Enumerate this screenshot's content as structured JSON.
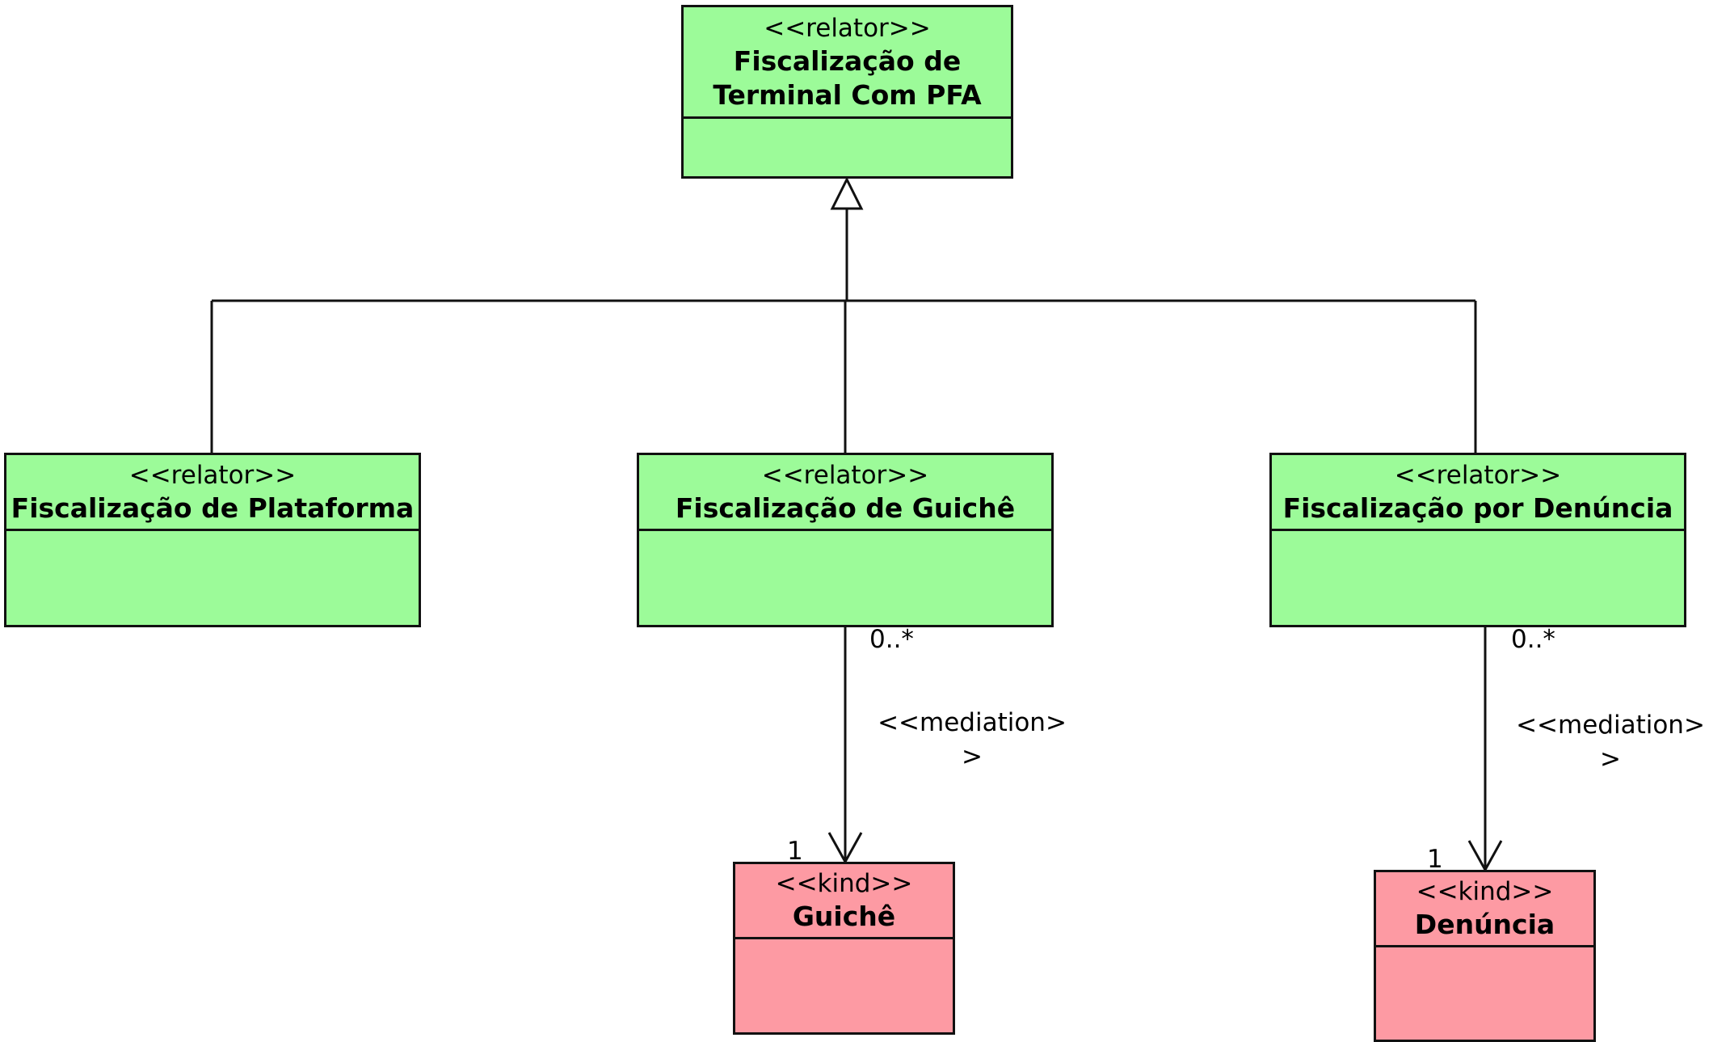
{
  "classes": {
    "top": {
      "stereotype": "<<relator>>",
      "name_line1": "Fiscalização de",
      "name_line2": "Terminal Com PFA"
    },
    "plataforma": {
      "stereotype": "<<relator>>",
      "name": "Fiscalização de Plataforma"
    },
    "guiche_relator": {
      "stereotype": "<<relator>>",
      "name": "Fiscalização de Guichê"
    },
    "denuncia_relator": {
      "stereotype": "<<relator>>",
      "name": "Fiscalização por Denúncia"
    },
    "guiche_kind": {
      "stereotype": "<<kind>>",
      "name": "Guichê"
    },
    "denuncia_kind": {
      "stereotype": "<<kind>>",
      "name": "Denúncia"
    }
  },
  "associations": {
    "guiche": {
      "source_mult": "0..*",
      "target_mult": "1",
      "stereo_line1": "<<mediation>",
      "stereo_line2": ">"
    },
    "denuncia": {
      "source_mult": "0..*",
      "target_mult": "1",
      "stereo_line1": "<<mediation>",
      "stereo_line2": ">"
    }
  },
  "colors": {
    "relator": "#9cfb99",
    "kind": "#fd9aa3",
    "line": "#111111"
  }
}
